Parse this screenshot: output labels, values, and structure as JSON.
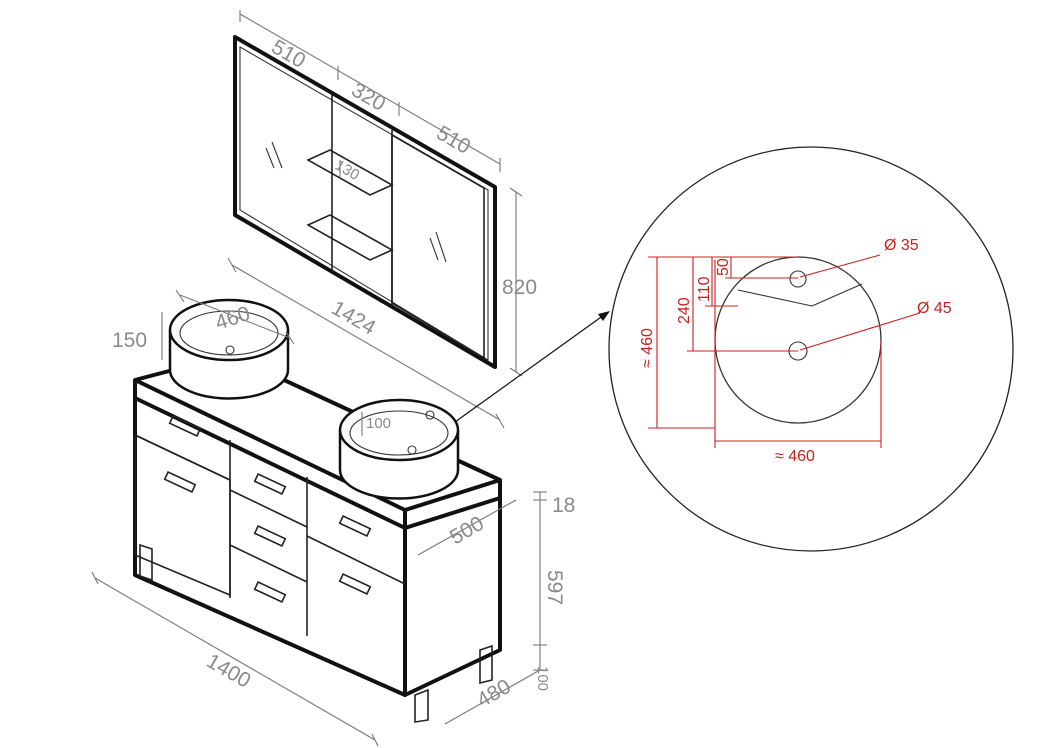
{
  "dimensions": {
    "mirror_left_width": "510",
    "mirror_center_width": "320",
    "mirror_right_width": "510",
    "mirror_height": "820",
    "shelf_spacing": "130",
    "mirror_total_width": "1424",
    "basin_diameter": "460",
    "basin_height": "150",
    "basin_inner_depth": "100",
    "cabinet_width": "1400",
    "cabinet_depth": "480",
    "countertop_depth": "500",
    "countertop_thickness": "18",
    "cabinet_height": "597",
    "leg_height": "100"
  },
  "detail": {
    "tap_hole": "Ø 35",
    "drain_hole": "Ø 45",
    "offset_top": "50",
    "offset_tap": "110",
    "offset_drain": "240",
    "height_approx": "≈ 460",
    "width_approx": "≈ 460"
  },
  "colors": {
    "line": "#111111",
    "dimension": "#8a8a8a",
    "detail": "#cc1f1f"
  }
}
